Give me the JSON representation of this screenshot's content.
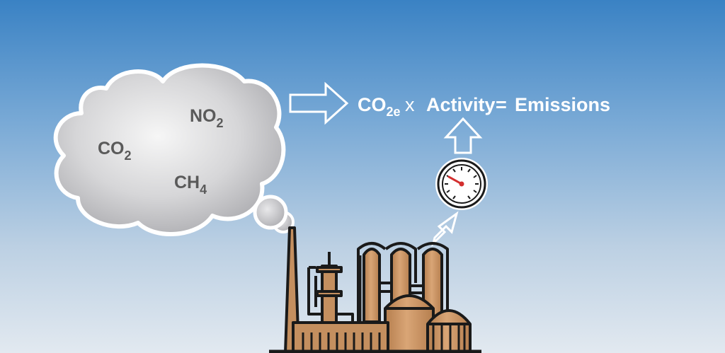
{
  "cloud": {
    "gases": {
      "no2": {
        "base": "NO",
        "sub": "2"
      },
      "co2": {
        "base": "CO",
        "sub": "2"
      },
      "ch4": {
        "base": "CH",
        "sub": "4"
      }
    }
  },
  "equation": {
    "factor": {
      "base": "CO",
      "sub": "2e"
    },
    "times": "x",
    "activity": "Activity",
    "equals": "=",
    "result": "Emissions"
  },
  "colors": {
    "sky_top": "#3b82c4",
    "sky_bottom": "#dfe7ef",
    "factory_fill": "#c48f5f",
    "factory_stroke": "#1a1a1a",
    "gauge_needle": "#d32f2f",
    "arrow_stroke": "#ffffff"
  },
  "icons": [
    "cloud-icon",
    "smoke-puff-icon",
    "factory-icon",
    "pressure-gauge-icon",
    "right-arrow-icon",
    "up-arrow-icon",
    "diagonal-arrow-icon"
  ]
}
